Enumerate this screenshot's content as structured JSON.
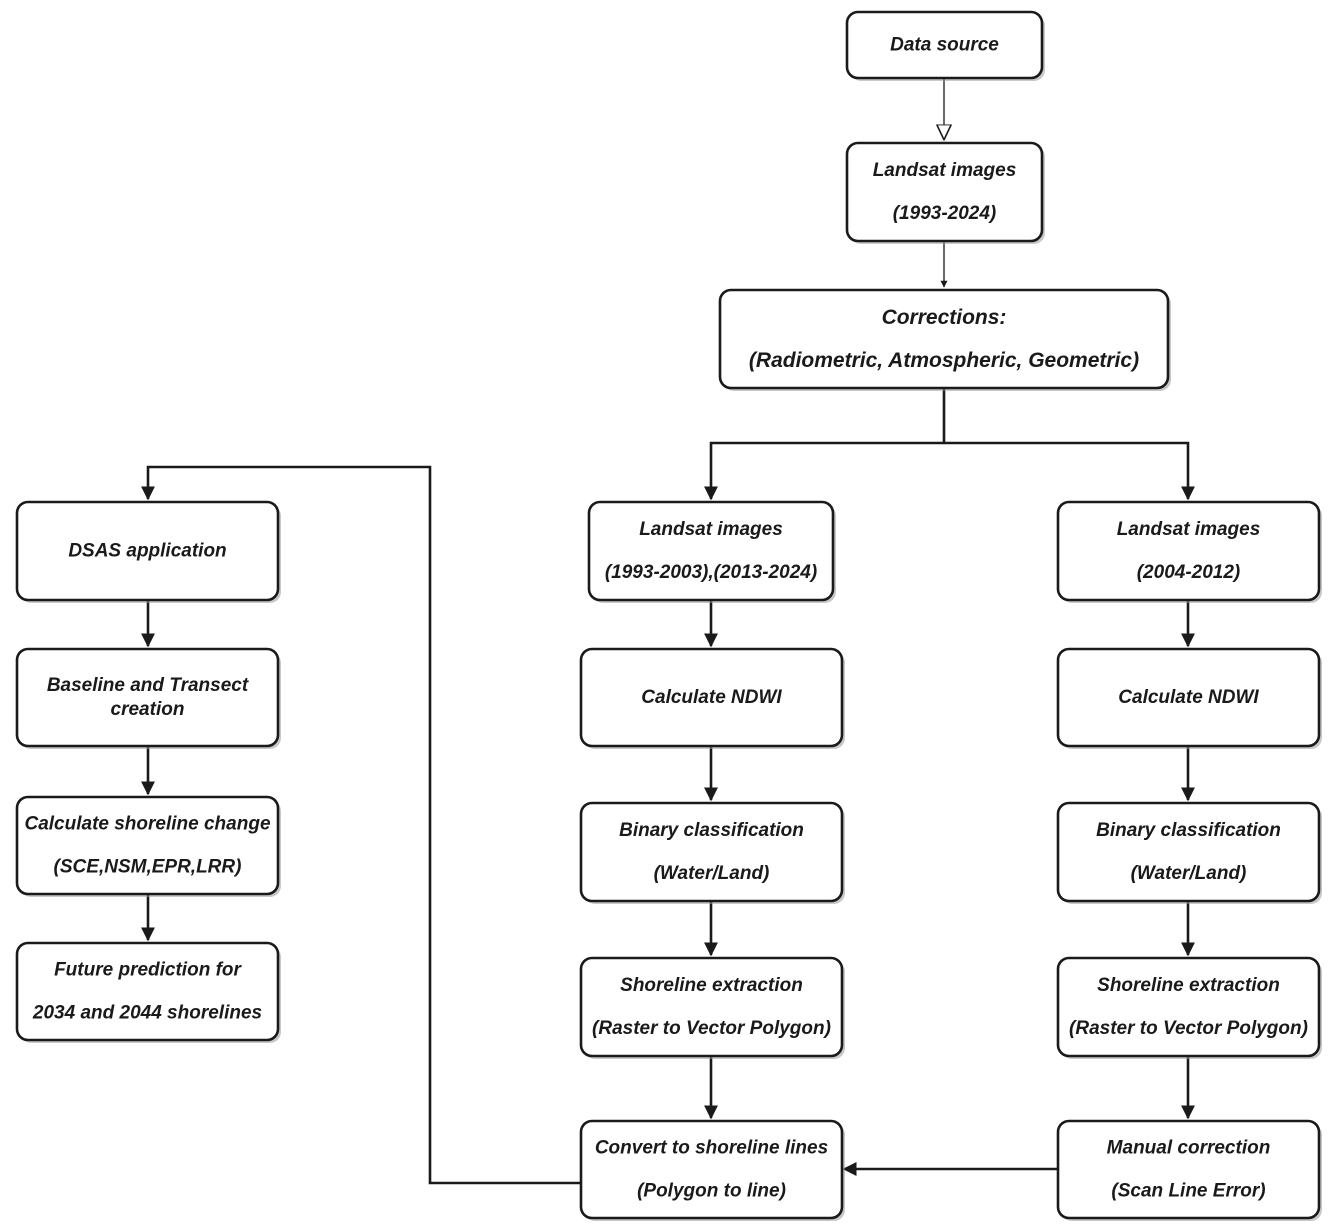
{
  "nodes": {
    "data_source": {
      "lines": [
        "Data source"
      ]
    },
    "landsat_all": {
      "lines": [
        "Landsat images",
        "(1993-2024)"
      ]
    },
    "corrections": {
      "lines": [
        "Corrections:",
        "(Radiometric, Atmospheric, Geometric)"
      ]
    },
    "landsat_a": {
      "lines": [
        "Landsat images",
        "(1993-2003),(2013-2024)"
      ]
    },
    "landsat_b": {
      "lines": [
        "Landsat images",
        "(2004-2012)"
      ]
    },
    "ndwi_a": {
      "lines": [
        "Calculate NDWI"
      ]
    },
    "ndwi_b": {
      "lines": [
        "Calculate NDWI"
      ]
    },
    "binary_a": {
      "lines": [
        "Binary classification",
        "(Water/Land)"
      ]
    },
    "binary_b": {
      "lines": [
        "Binary classification",
        "(Water/Land)"
      ]
    },
    "extract_a": {
      "lines": [
        "Shoreline extraction",
        "(Raster to Vector Polygon)"
      ]
    },
    "extract_b": {
      "lines": [
        "Shoreline extraction",
        "(Raster to Vector Polygon)"
      ]
    },
    "convert": {
      "lines": [
        "Convert to shoreline lines",
        "(Polygon to line)"
      ]
    },
    "manual": {
      "lines": [
        "Manual correction",
        "(Scan Line Error)"
      ]
    },
    "dsas": {
      "lines": [
        "DSAS application"
      ]
    },
    "baseline": {
      "lines": [
        "Baseline and Transect",
        "creation"
      ]
    },
    "shoreline_change": {
      "lines": [
        "Calculate shoreline change",
        "(SCE,NSM,EPR,LRR)"
      ]
    },
    "future": {
      "lines": [
        "Future prediction for",
        "2034 and 2044 shorelines"
      ]
    }
  }
}
